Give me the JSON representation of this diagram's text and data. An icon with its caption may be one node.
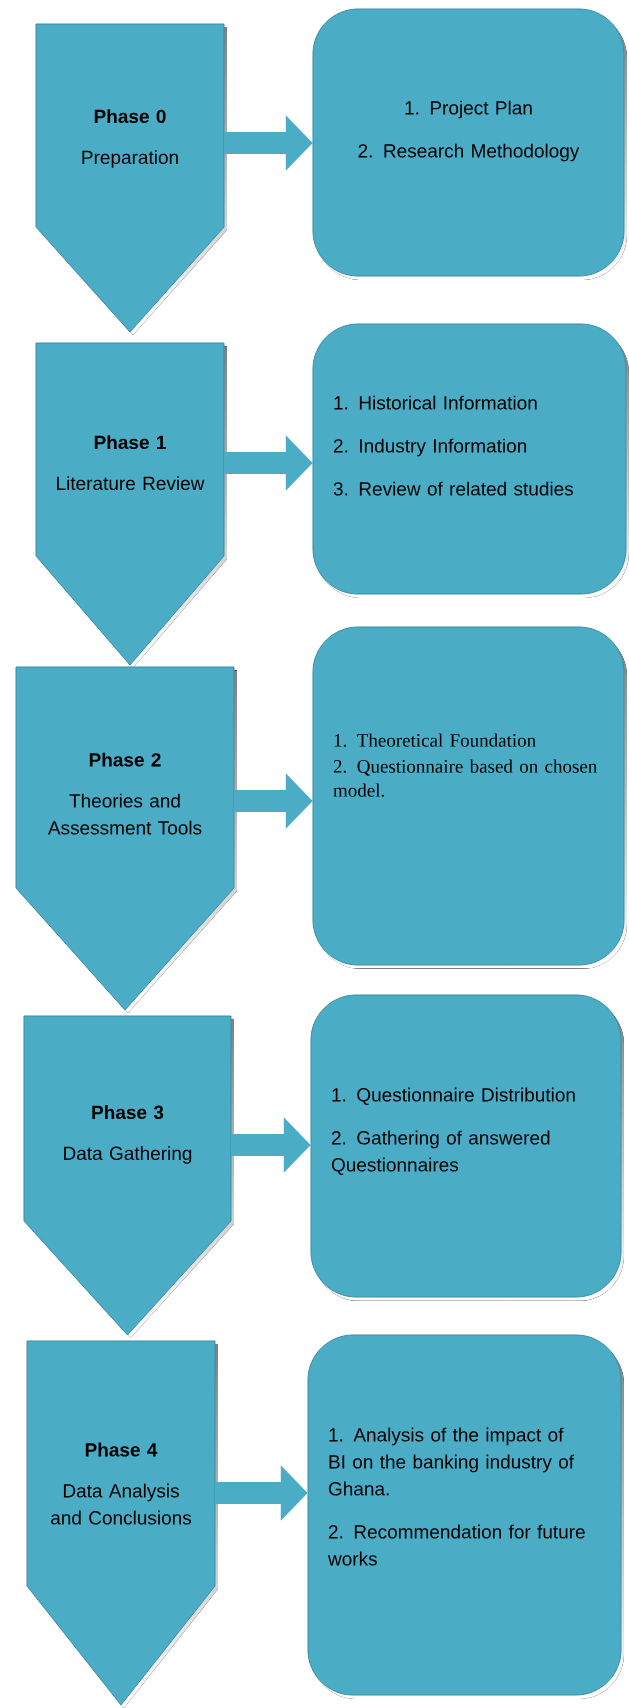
{
  "diagram": {
    "nodes": [
      {
        "text": [
          "Phase 0",
          "Preparation"
        ]
      },
      {
        "text": [
          "1. Project Plan",
          "2. Research Methodology"
        ]
      },
      {
        "text": [
          "Phase 1",
          "Literature Review"
        ]
      },
      {
        "text": [
          "1. Historical Information",
          "2. Industry Information",
          "3. Review of related studies"
        ]
      },
      {
        "text": [
          "Phase 2",
          "Theories and Assessment Tools"
        ]
      },
      {
        "text": [
          "1. Theoretical Foundation",
          "2. Questionnaire based on chosen model."
        ]
      },
      {
        "text": [
          "Phase 3",
          "Data Gathering"
        ]
      },
      {
        "text": [
          "1. Questionnaire Distribution",
          "2. Gathering of answered Questionnaires"
        ]
      },
      {
        "text": [
          "Phase 4",
          "Data Analysis and Conclusions"
        ]
      },
      {
        "text": [
          "1. Analysis of the impact of BI on the banking industry of Ghana.",
          "2. Recommendation for future works"
        ]
      }
    ],
    "edges": [
      {
        "from": 0,
        "to": 1,
        "arrow": "to"
      },
      {
        "from": 2,
        "to": 3,
        "arrow": "to"
      },
      {
        "from": 4,
        "to": 5,
        "arrow": "to"
      },
      {
        "from": 6,
        "to": 7,
        "arrow": "to"
      },
      {
        "from": 8,
        "to": 9,
        "arrow": "to"
      }
    ]
  }
}
